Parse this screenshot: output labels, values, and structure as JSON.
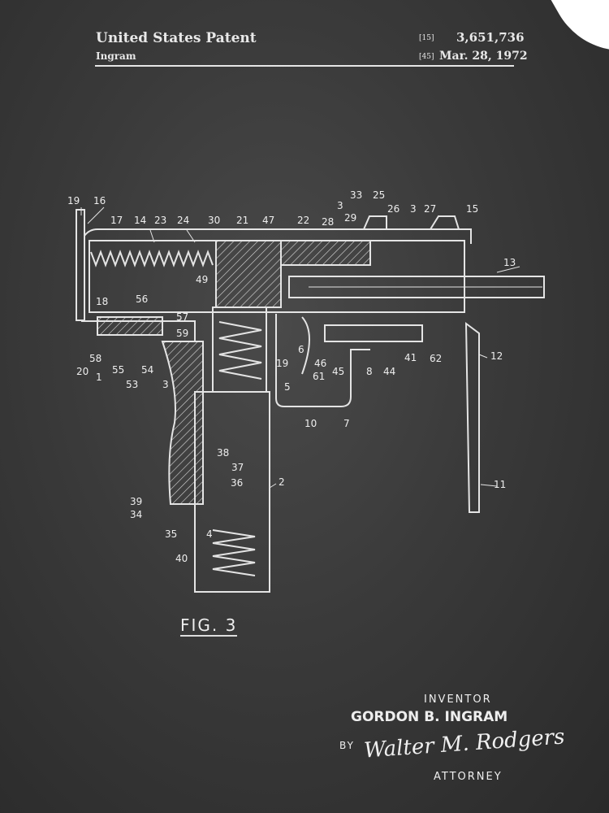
{
  "header": {
    "title": "United States Patent",
    "inventor_short": "Ingram",
    "patent_code": "[15]",
    "patent_number": "3,651,736",
    "date_code": "[45]",
    "date": "Mar. 28, 1972"
  },
  "figure": {
    "label": "FIG. 3",
    "reference_numerals": [
      "19",
      "16",
      "17",
      "14",
      "23",
      "24",
      "30",
      "21",
      "47",
      "22",
      "28",
      "3",
      "29",
      "33",
      "25",
      "26",
      "3",
      "27",
      "15",
      "13",
      "49",
      "18",
      "56",
      "57",
      "59",
      "58",
      "20",
      "55",
      "54",
      "1",
      "53",
      "3",
      "19",
      "6",
      "46",
      "45",
      "61",
      "5",
      "8",
      "44",
      "41",
      "62",
      "12",
      "10",
      "7",
      "38",
      "37",
      "36",
      "2",
      "39",
      "34",
      "35",
      "4",
      "40",
      "11"
    ]
  },
  "signature_block": {
    "inventor_heading": "INVENTOR",
    "inventor_name": "GORDON B. INGRAM",
    "by": "BY",
    "attorney_signature": "Walter M. Rodgers",
    "attorney_heading": "ATTORNEY"
  }
}
